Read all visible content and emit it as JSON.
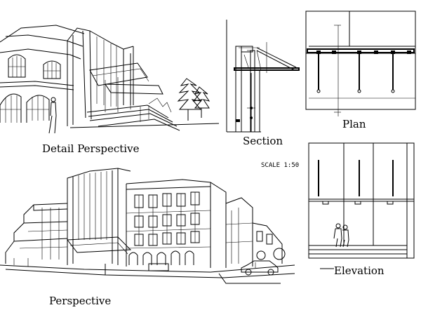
{
  "labels": {
    "detail_perspective": "Detail Perspective",
    "section": "Section",
    "plan": "Plan",
    "scale": "SCALE 1:50",
    "elevation": "Elevation",
    "perspective": "Perspective"
  },
  "colors": {
    "ink": "#000000",
    "paper": "#ffffff"
  }
}
